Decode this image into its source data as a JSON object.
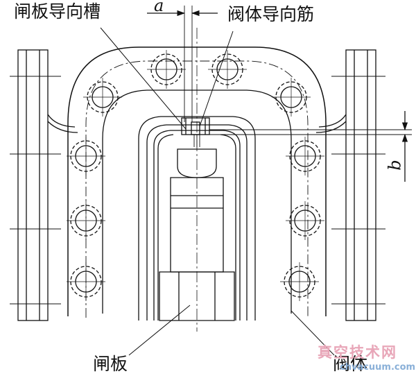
{
  "labels": {
    "gate_groove": "闸板导向槽",
    "body_rib": "阀体导向筋",
    "gate": "闸板",
    "body": "阀体"
  },
  "dimensions": {
    "a": "a",
    "b": "b"
  },
  "watermark": {
    "title": "真空技术网",
    "url": "chvacuum.com",
    "title_color": "#e8a6b8",
    "url_color": "#8ab0d8"
  }
}
